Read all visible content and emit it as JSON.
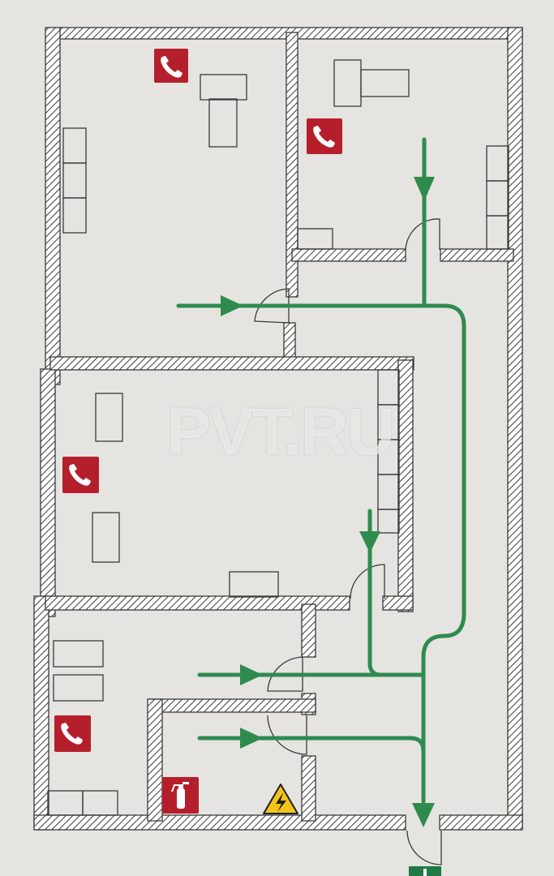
{
  "plan": {
    "title": "",
    "watermark_text": "PVT.RU",
    "colors": {
      "background": "#e6e4e0",
      "wall": "#3a3a3a",
      "route_arrow": "#2e8b4e",
      "phone_sign": "#b51f2c",
      "extinguisher_sign": "#b51f2c",
      "hazard_sign": "#f2c418",
      "exit_sign": "#1f7a46"
    },
    "rooms": [
      {
        "name": "room-top-left",
        "signs": [
          "phone-icon"
        ]
      },
      {
        "name": "room-top-right",
        "signs": [
          "phone-icon"
        ]
      },
      {
        "name": "room-middle",
        "signs": [
          "phone-icon"
        ]
      },
      {
        "name": "room-bottom-left",
        "signs": [
          "phone-icon"
        ]
      },
      {
        "name": "room-electrical",
        "signs": [
          "extinguisher-icon",
          "high-voltage-icon"
        ]
      },
      {
        "name": "corridor",
        "signs": [
          "exit-sign-icon"
        ]
      }
    ]
  }
}
